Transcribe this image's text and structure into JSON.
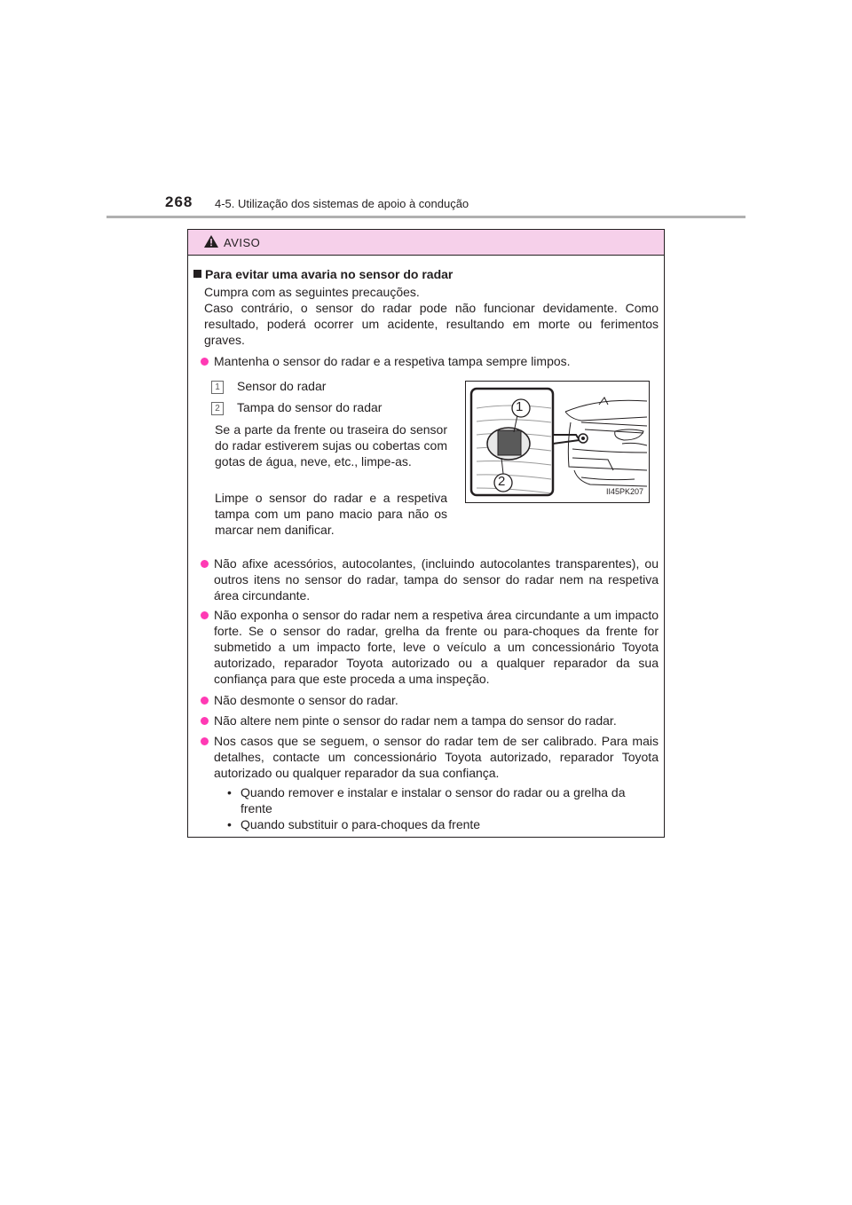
{
  "header": {
    "page_number": "268",
    "section_title": "4-5. Utilização dos sistemas de apoio à condução"
  },
  "warning": {
    "label": "AVISO",
    "heading": "Para evitar uma avaria no sensor do radar",
    "intro_1": "Cumpra com as seguintes precauções.",
    "intro_2": "Caso contrário, o sensor do radar pode não funcionar devidamente. Como resultado, poderá ocorrer um acidente, resultando em morte ou ferimentos graves.",
    "bullet_1": "Mantenha o sensor do radar e a respetiva tampa sempre limpos.",
    "item_1_num": "1",
    "item_1": "Sensor do radar",
    "item_2_num": "2",
    "item_2": "Tampa do sensor do radar",
    "para_dirty": "Se a parte da frente ou traseira do sensor do radar estiverem sujas ou cobertas com gotas de água, neve, etc., limpe-as.",
    "para_clean": "Limpe o sensor do radar e a respetiva tampa com um pano macio para não os marcar nem danificar.",
    "bullet_2": "Não afixe acessórios, autocolantes, (incluindo autocolantes transparentes), ou outros itens no sensor do radar, tampa do sensor do radar nem na respetiva área circundante.",
    "bullet_3": "Não exponha o sensor do radar nem a respetiva área circundante a um impacto forte. Se o sensor do radar, grelha da frente ou para-choques da frente for submetido a um impacto forte, leve o veículo a um concessionário Toyota autorizado, reparador Toyota autorizado ou a qualquer reparador da sua confiança para que este proceda a uma inspeção.",
    "bullet_4": "Não desmonte o sensor do radar.",
    "bullet_5": "Não altere nem pinte o sensor do radar nem a tampa do sensor do radar.",
    "bullet_6": "Nos casos que se seguem, o sensor do radar tem de ser calibrado. Para mais detalhes, contacte um concessionário Toyota autorizado, reparador Toyota autorizado ou qualquer reparador da sua confiança.",
    "sub_1": "Quando remover e instalar e instalar o sensor do radar ou a grelha da frente",
    "sub_2": "Quando substituir o para-choques da frente",
    "sub_marker": "•"
  },
  "illustration": {
    "code": "II45PK207",
    "callout_1": "1",
    "callout_2": "2"
  },
  "colors": {
    "warning_header_bg": "#f6d0ea",
    "bullet_color": "#ff3ab4"
  }
}
